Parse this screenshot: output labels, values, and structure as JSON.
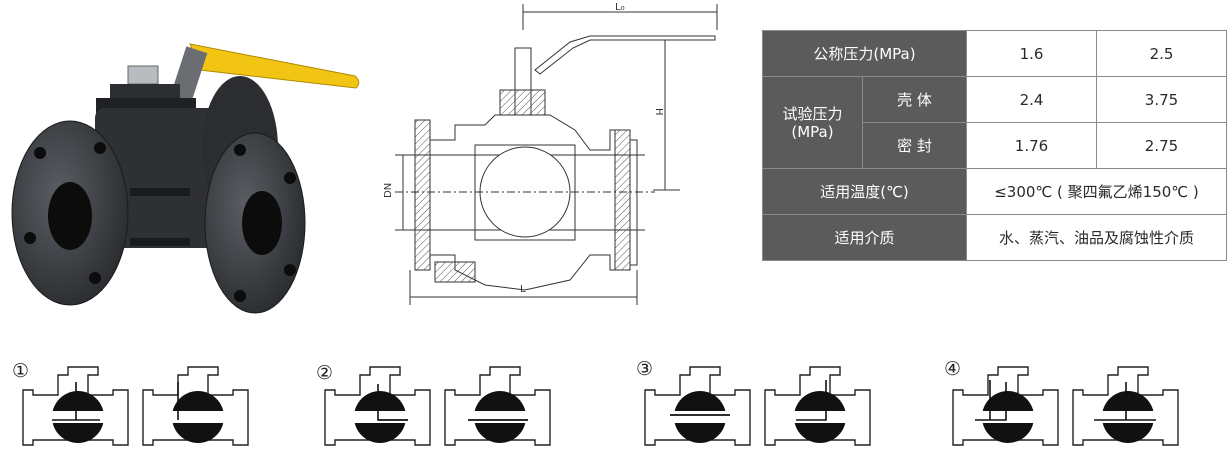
{
  "dimensions": {
    "lo": "L₀",
    "h": "H",
    "dn": "DN",
    "l": "L"
  },
  "table": {
    "nominal_label": "公称压力(MPa)",
    "nominal_v1": "1.6",
    "nominal_v2": "2.5",
    "test_label_line1": "试验压力",
    "test_label_line2": "(MPa)",
    "shell_label": "壳 体",
    "shell_v1": "2.4",
    "shell_v2": "3.75",
    "seal_label": "密 封",
    "seal_v1": "1.76",
    "seal_v2": "2.75",
    "temp_label": "适用温度(℃)",
    "temp_value": "≤300℃ ( 聚四氟乙烯150℃ )",
    "medium_label": "适用介质",
    "medium_value": "水、蒸汽、油品及腐蚀性介质"
  },
  "flow_numbers": [
    "①",
    "②",
    "③",
    "④"
  ],
  "colors": {
    "header_bg": "#5b5b5b",
    "handle": "#f2c413",
    "valve_body": "#3a3d41",
    "ball": "#111111"
  }
}
